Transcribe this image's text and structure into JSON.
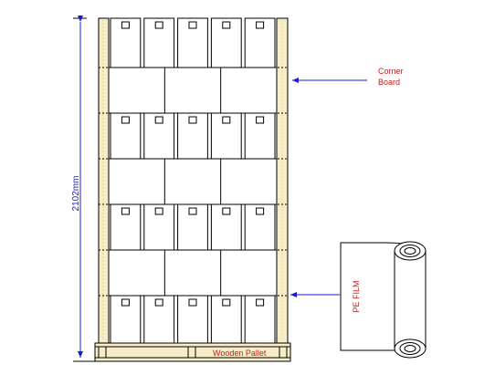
{
  "dimension": {
    "label": "2102mm",
    "color": "#1a1ad6"
  },
  "callouts": {
    "corner_board_line1": "Corner",
    "corner_board_line2": "Board",
    "pe_film": "PE FILM",
    "wooden_pallet": "Wooden Pallet",
    "text_color": "#c41c1c",
    "arrow_color": "#1a1ad6"
  },
  "colors": {
    "corner_board_fill": "#f6edc8",
    "pallet_fill": "#f6edc8",
    "outline": "#000000"
  },
  "stack": {
    "battery_rows": 4,
    "batteries_per_row": 5,
    "panel_rows": 3,
    "panels_per_row": 3
  }
}
